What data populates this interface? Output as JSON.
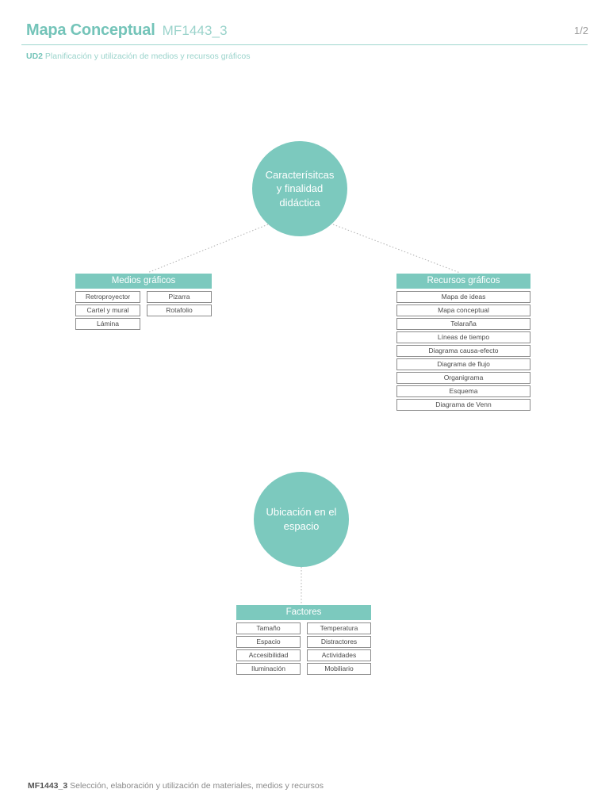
{
  "header": {
    "title": "Mapa Conceptual",
    "code": "MF1443_3",
    "page_indicator": "1/2",
    "subtitle_code": "UD2",
    "subtitle_text": " Planificación y utilización de medios y recursos gráficos"
  },
  "theme": {
    "accent": "#7CC9BE",
    "accent_light": "#9AD3CB",
    "rule": "#9FD6CE",
    "box_border": "#8C8C8C",
    "box_text": "#4A4A4A",
    "connector": "#B0B0B0"
  },
  "map": {
    "nodes": [
      {
        "id": "caracteristicas",
        "label": "Caracterísitcas y finalidad didáctica"
      },
      {
        "id": "ubicacion",
        "label": "Ubicación en el espacio"
      }
    ],
    "groups": [
      {
        "id": "medios",
        "header": "Medios gráficos",
        "columns": [
          {
            "items": [
              "Retroproyector",
              "Cartel y mural",
              "Lámina"
            ]
          },
          {
            "items": [
              "Pizarra",
              "Rotafolio"
            ]
          }
        ]
      },
      {
        "id": "recursos",
        "header": "Recursos gráficos",
        "columns": [
          {
            "items": [
              "Mapa de ideas",
              "Mapa conceptual",
              "Telaraña",
              "Líneas de tiempo",
              "Diagrama causa-efecto",
              "Diagrama de flujo",
              "Organigrama",
              "Esquema",
              "Diagrama de Venn"
            ]
          }
        ]
      },
      {
        "id": "factores",
        "header": "Factores",
        "columns": [
          {
            "items": [
              "Tamaño",
              "Espacio",
              "Accesibilidad",
              "Iluminación"
            ]
          },
          {
            "items": [
              "Temperatura",
              "Distractores",
              "Actividades",
              "Mobiliario"
            ]
          }
        ]
      }
    ]
  },
  "footer": {
    "code": "MF1443_3",
    "text": " Selección, elaboración y utilización de materiales, medios y recursos"
  }
}
